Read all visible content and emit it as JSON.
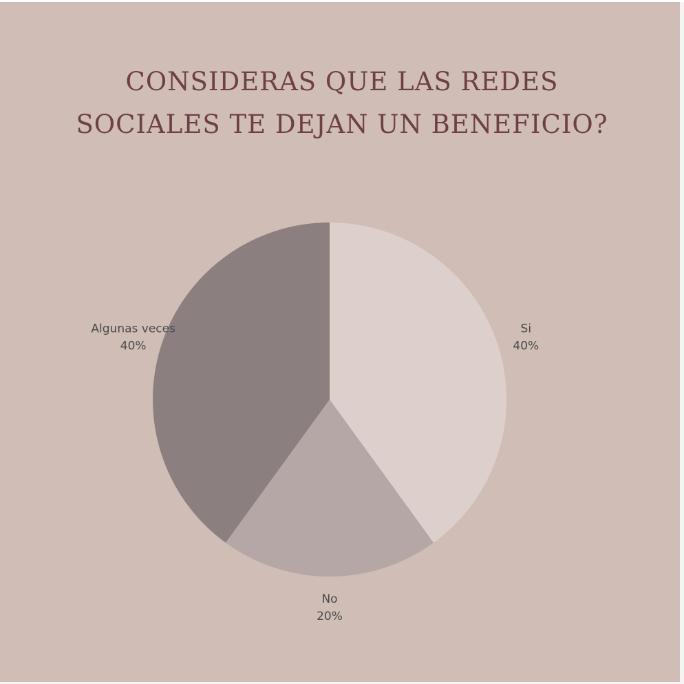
{
  "chart_data": {
    "type": "pie",
    "title_lines": [
      "CONSIDERAS QUE LAS REDES",
      "SOCIALES TE DEJAN UN BENEFICIO?"
    ],
    "slices": [
      {
        "label": "Si",
        "value": 40,
        "value_label": "40%",
        "color": "#ddd0cc"
      },
      {
        "label": "No",
        "value": 20,
        "value_label": "20%",
        "color": "#b5a7a5"
      },
      {
        "label": "Algunas veces",
        "value": 40,
        "value_label": "40%",
        "color": "#8b7f80"
      }
    ],
    "start_angle": "12 o'clock",
    "direction": "clockwise",
    "legend": "none"
  },
  "colors": {
    "background": "#cfbdb6",
    "title": "#6e3f45",
    "label_text": "#4a4a4a"
  }
}
